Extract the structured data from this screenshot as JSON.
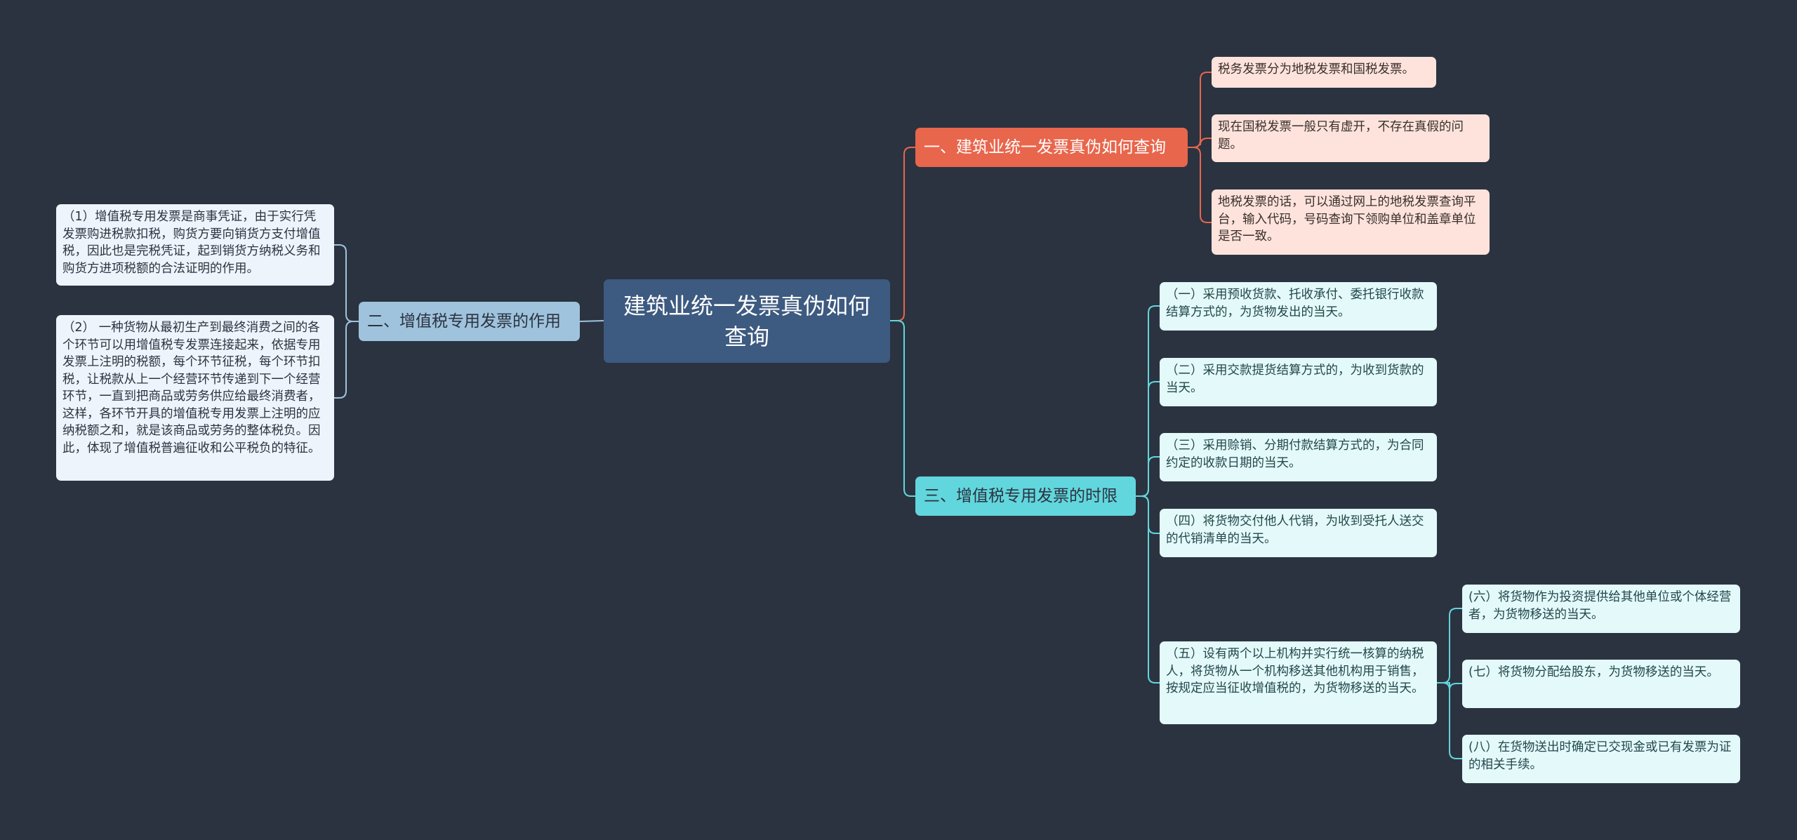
{
  "root": {
    "text": "建筑业统一发票真伪如何查询"
  },
  "branch1": {
    "label": "一、建筑业统一发票真伪如何查询",
    "leaves": [
      "税务发票分为地税发票和国税发票。",
      "现在国税发票一般只有虚开，不存在真假的问题。",
      "地税发票的话，可以通过网上的地税发票查询平台，输入代码，号码查询下领购单位和盖章单位是否一致。"
    ]
  },
  "branch2": {
    "label": "二、增值税专用发票的作用",
    "leaves": [
      "（1）增值税专用发票是商事凭证，由于实行凭发票购进税款扣税，购货方要向销货方支付增值税，因此也是完税凭证，起到销货方纳税义务和购货方进项税额的合法证明的作用。",
      "（2） 一种货物从最初生产到最终消费之间的各个环节可以用增值税专发票连接起来，依据专用发票上注明的税额，每个环节征税，每个环节扣税，让税款从上一个经营环节传递到下一个经营环节，一直到把商品或劳务供应给最终消费者，这样，各环节开具的增值税专用发票上注明的应纳税额之和，就是该商品或劳务的整体税负。因此，体现了增值税普遍征收和公平税负的特征。"
    ]
  },
  "branch3": {
    "label": "三、增值税专用发票的时限",
    "leaves": [
      "（一）采用预收货款、托收承付、委托银行收款结算方式的，为货物发出的当天。",
      "（二）采用交款提货结算方式的，为收到货款的当天。",
      "（三）采用赊销、分期付款结算方式的，为合同约定的收款日期的当天。",
      "（四）将货物交付他人代销，为收到受托人送交的代销清单的当天。",
      "（五）设有两个以上机构并实行统一核算的纳税人，将货物从一个机构移送其他机构用于销售，按规定应当征收增值税的，为货物移送的当天。"
    ],
    "subleaves": [
      "(六）将货物作为投资提供给其他单位或个体经营者，为货物移送的当天。",
      "(七）将货物分配给股东，为货物移送的当天。",
      "(八）在货物送出时确定已交现金或已有发票为证的相关手续。"
    ]
  },
  "colors": {
    "background": "#2b3340",
    "root": "#3d5a80",
    "branch1": "#e8664c",
    "branch2": "#9fc3dd",
    "branch3": "#62d6dd"
  }
}
